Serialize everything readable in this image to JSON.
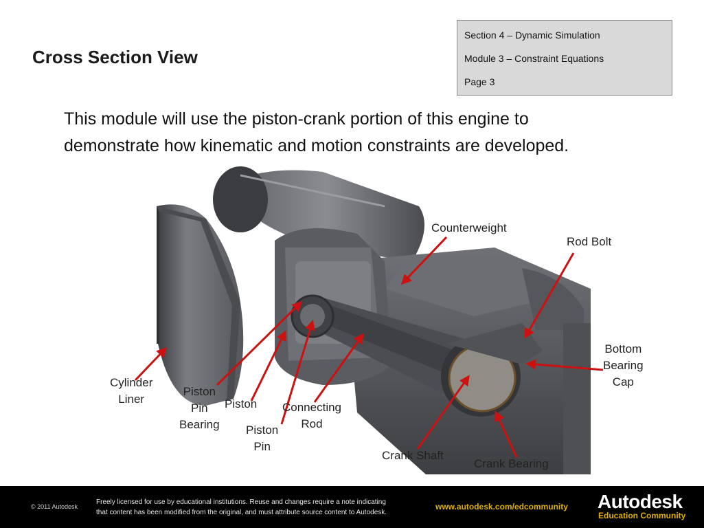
{
  "slide": {
    "title": "Cross Section View"
  },
  "section_box": {
    "section": "Section 4 – Dynamic Simulation",
    "module": "Module 3 – Constraint Equations",
    "page": "Page 3"
  },
  "intro": {
    "line1": "This module will use the piston-crank portion of this engine to",
    "line2": "demonstrate how kinematic and motion constraints are developed."
  },
  "labels": {
    "counterweight": "Counterweight",
    "rod_bolt": "Rod Bolt",
    "bottom_bearing_cap": [
      "Bottom",
      "Bearing",
      "Cap"
    ],
    "cylinder_liner": [
      "Cylinder",
      "Liner"
    ],
    "piston_pin_bearing": [
      "Piston",
      "Pin",
      "Bearing"
    ],
    "piston": "Piston",
    "piston_pin": [
      "Piston",
      "Pin"
    ],
    "connecting_rod": [
      "Connecting",
      "Rod"
    ],
    "crank_shaft": "Crank Shaft",
    "crank_bearing": "Crank Bearing"
  },
  "colors": {
    "arrow": "#cc1111",
    "footer_accent": "#e0b000"
  },
  "footer": {
    "copyright": "© 2011 Autodesk",
    "license_line1": "Freely licensed for use by educational institutions. Reuse and changes require a note indicating",
    "license_line2": "that content has been modified from the original, and must attribute source content to Autodesk.",
    "url": "www.autodesk.com/edcommunity",
    "brand": "Autodesk",
    "brand_sub": "Education Community"
  }
}
